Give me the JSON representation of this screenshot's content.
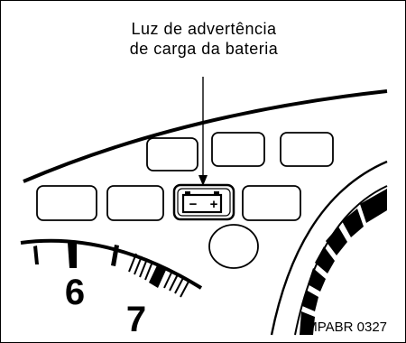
{
  "callout": {
    "line1": "Luz de advertência",
    "line2": "de carga da bateria"
  },
  "gauge_numbers": {
    "six": "6",
    "seven": "7"
  },
  "battery_icon": {
    "minus": "−",
    "plus": "+"
  },
  "figure_code": "MPABR 0327",
  "icons": [
    "battery-warning-icon",
    "indicator-lamp-icon"
  ],
  "colors": {
    "ink": "#000000",
    "background": "#ffffff"
  }
}
